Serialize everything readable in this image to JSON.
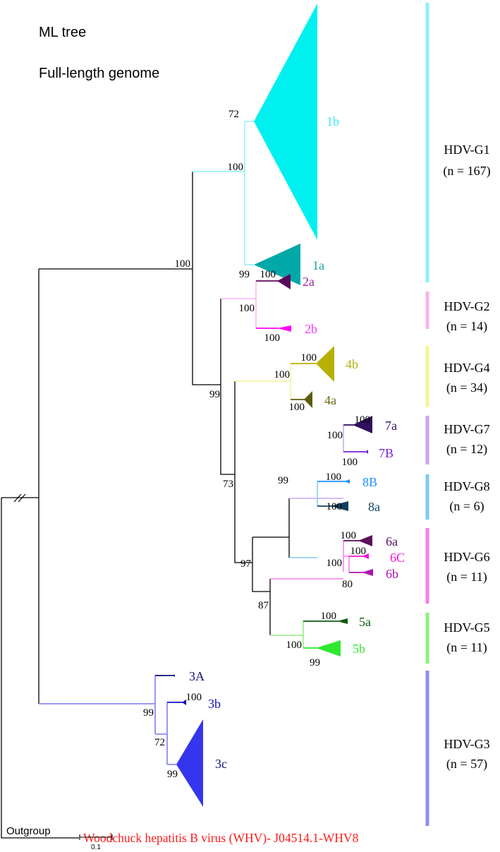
{
  "header": {
    "title": "ML tree",
    "subtitle": "Full-length genome"
  },
  "colors": {
    "G1": "#8ef0f7",
    "G2": "#f7b3f0",
    "G4": "#f6f39a",
    "G7": "#c9a5ee",
    "G8": "#7fcaf2",
    "G6": "#f77de8",
    "G5": "#8fee7f",
    "G3": "#8c8cf2",
    "outgroup_label": "#ff1a1a"
  },
  "clades": [
    {
      "label": "1b",
      "color": "#00f0f0",
      "label_color": "#38ecf8"
    },
    {
      "label": "1a",
      "color": "#00a8a8",
      "label_color": "#16a7a7"
    },
    {
      "label": "2a",
      "color": "#5a0a5a",
      "label_color": "#a020a0"
    },
    {
      "label": "2b",
      "color": "#ff00ff",
      "label_color": "#ff33ff"
    },
    {
      "label": "4b",
      "color": "#b8b000",
      "label_color": "#b8b010"
    },
    {
      "label": "4a",
      "color": "#5e5e0a",
      "label_color": "#6a6a10"
    },
    {
      "label": "7a",
      "color": "#30105e",
      "label_color": "#30105e"
    },
    {
      "label": "7B",
      "color": "#7a1fd6",
      "label_color": "#7a1fd6"
    },
    {
      "label": "8B",
      "color": "#1e90ff",
      "label_color": "#1e90ff"
    },
    {
      "label": "8a",
      "color": "#12405e",
      "label_color": "#12405e"
    },
    {
      "label": "6a",
      "color": "#5a105a",
      "label_color": "#5a105a"
    },
    {
      "label": "6C",
      "color": "#ff10d8",
      "label_color": "#ff10d8"
    },
    {
      "label": "6b",
      "color": "#b010b0",
      "label_color": "#b010b0"
    },
    {
      "label": "5a",
      "color": "#0f5a0f",
      "label_color": "#0f5a0f"
    },
    {
      "label": "5b",
      "color": "#2ee82e",
      "label_color": "#2ee82e"
    },
    {
      "label": "3A",
      "color": "#10107a",
      "label_color": "#10107a"
    },
    {
      "label": "3b",
      "color": "#1010c0",
      "label_color": "#1010c0"
    },
    {
      "label": "3c",
      "color": "#3030ee",
      "label_color": "#10107a"
    }
  ],
  "bootstrap": [
    "72",
    "100",
    "99",
    "100",
    "100",
    "100",
    "100",
    "99",
    "100",
    "100",
    "100",
    "73",
    "100",
    "100",
    "100",
    "99",
    "100",
    "100",
    "97",
    "100",
    "100",
    "80",
    "87",
    "100",
    "100",
    "99",
    "100",
    "100",
    "72",
    "99"
  ],
  "genotypes": [
    {
      "name": "HDV-G1",
      "count": "(n = 167)"
    },
    {
      "name": "HDV-G2",
      "count": "(n = 14)"
    },
    {
      "name": "HDV-G4",
      "count": "(n = 34)"
    },
    {
      "name": "HDV-G7",
      "count": "(n = 12)"
    },
    {
      "name": "HDV-G8",
      "count": "(n = 6)"
    },
    {
      "name": "HDV-G6",
      "count": "(n = 11)"
    },
    {
      "name": "HDV-G5",
      "count": "(n = 11)"
    },
    {
      "name": "HDV-G3",
      "count": "(n = 57)"
    }
  ],
  "outgroup": {
    "label": "Outgroup",
    "taxon": "Woodchuck hepatitis B virus (WHV)- J04514.1-WHV8"
  },
  "scale_bar": {
    "label": "0.1"
  }
}
